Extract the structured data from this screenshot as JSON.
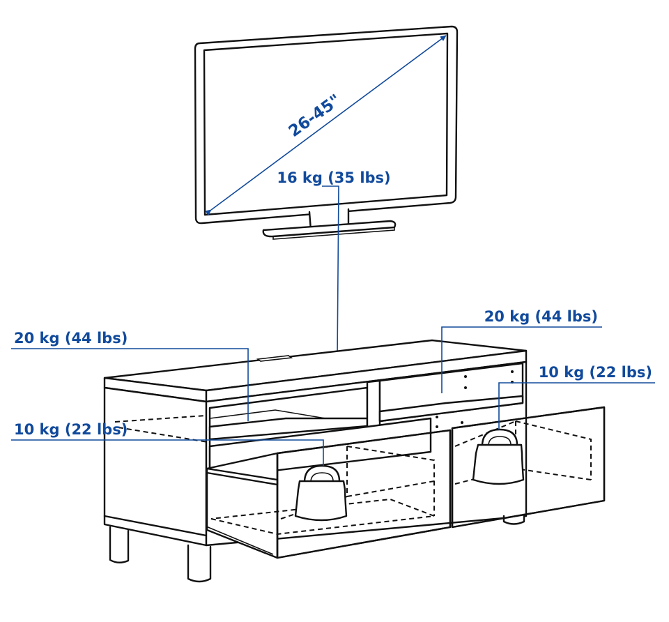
{
  "labels": {
    "tv_size": "26-45\"",
    "tv_load": "16 kg (35 lbs)",
    "left_shelf_load": "20 kg (44 lbs)",
    "right_shelf_load": "20 kg (44 lbs)",
    "left_drawer_load": "10 kg (22 lbs)",
    "right_drawer_load": "10 kg (22 lbs)"
  },
  "colors": {
    "annotation": "#114a9c",
    "outline": "#111111",
    "background": "#ffffff"
  },
  "icons": [
    "weight-icon",
    "weight-icon"
  ]
}
